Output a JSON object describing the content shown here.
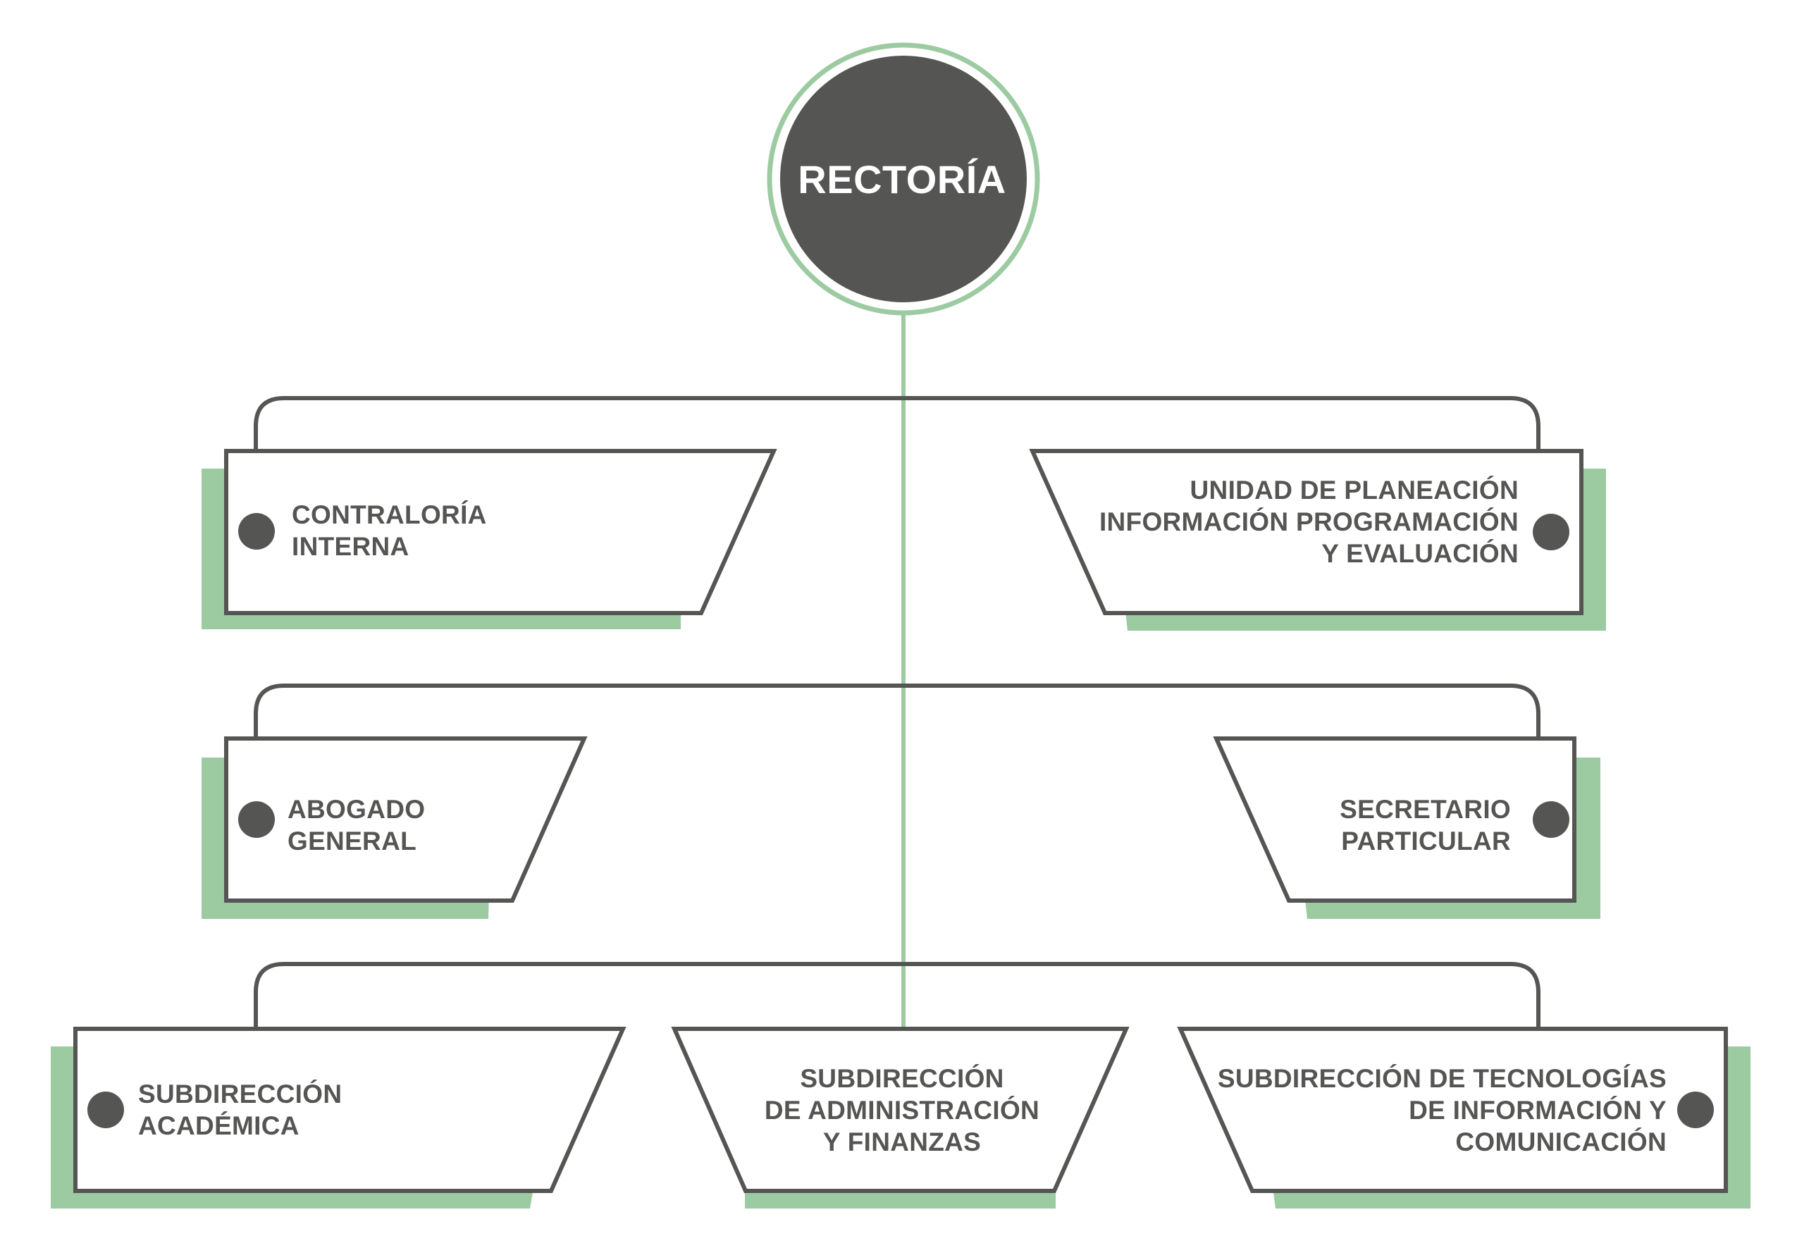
{
  "colors": {
    "accent_green": "#9ccba1",
    "dark_gray": "#555554",
    "background": "#ffffff",
    "root_text": "#ffffff"
  },
  "root": {
    "label": "RECTORÍA"
  },
  "nodes": {
    "contraloria": {
      "lines": [
        "CONTRALORÍA",
        "INTERNA"
      ]
    },
    "unidad_planeacion": {
      "lines": [
        "UNIDAD DE PLANEACIÓN",
        "INFORMACIÓN PROGRAMACIÓN",
        "Y EVALUACIÓN"
      ]
    },
    "abogado": {
      "lines": [
        "ABOGADO",
        "GENERAL"
      ]
    },
    "secretario": {
      "lines": [
        "SECRETARIO",
        "PARTICULAR"
      ]
    },
    "sub_academica": {
      "lines": [
        "SUBDIRECCIÓN",
        "ACADÉMICA"
      ]
    },
    "sub_administracion": {
      "lines": [
        "SUBDIRECCIÓN",
        "DE ADMINISTRACIÓN",
        "Y FINANZAS"
      ]
    },
    "sub_tecnologias": {
      "lines": [
        "SUBDIRECCIÓN DE TECNOLOGÍAS",
        "DE INFORMACIÓN Y",
        "COMUNICACIÓN"
      ]
    }
  }
}
